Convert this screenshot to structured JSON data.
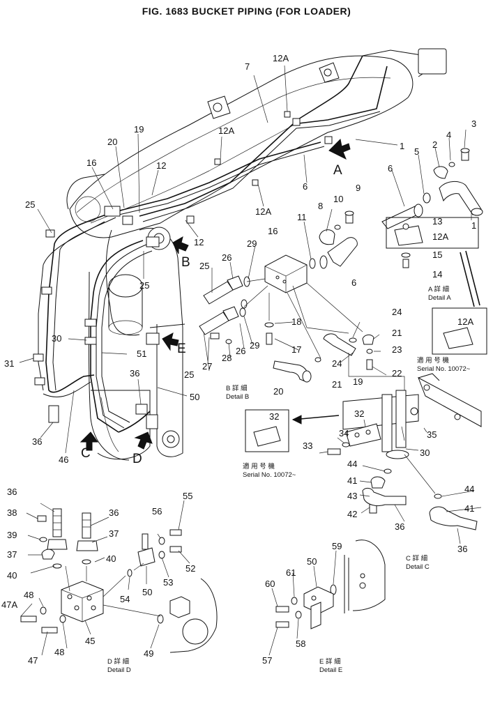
{
  "title": "FIG. 1683    BUCKET PIPING (FOR LOADER)",
  "arrows": {
    "a": "A",
    "b": "B",
    "c": "C",
    "d": "D",
    "e": "E"
  },
  "captions": {
    "detail_a_jp": "A 詳 細",
    "detail_a": "Detail A",
    "detail_b_jp": "B 詳 細",
    "detail_b": "Detail B",
    "detail_c_jp": "C 詳 細",
    "detail_c": "Detail C",
    "detail_d_jp": "D 詳 細",
    "detail_d": "Detail D",
    "detail_e_jp": "E 詳 細",
    "detail_e": "Detail E",
    "serial1_jp": "適 用 号 機",
    "serial1": "Serial No. 10072~",
    "serial2_jp": "適 用 号 機",
    "serial2": "Serial No. 10072~"
  },
  "callouts": {
    "c7": "7",
    "c12A_top": "12A",
    "c1_top": "1",
    "c12A_mid": "12A",
    "c19": "19",
    "c20": "20",
    "c16_left": "16",
    "c12_a": "12",
    "c25_left": "25",
    "c12_b": "12",
    "c12A_low": "12A",
    "c6_main": "6",
    "c30_left": "30",
    "c31": "31",
    "c51": "51",
    "c36_left": "36",
    "c46": "46",
    "c36_mid": "36",
    "c50_main": "50",
    "c25_mid": "25",
    "c3": "3",
    "c4": "4",
    "c2": "2",
    "c5": "5",
    "c6_a": "6",
    "c1_a": "1",
    "c13": "13",
    "c12A_a": "12A",
    "c15": "15",
    "c14": "14",
    "c12A_ser": "12A",
    "c9": "9",
    "c10": "10",
    "c8": "8",
    "c11": "11",
    "c6_b": "6",
    "c16_b": "16",
    "c29_a": "29",
    "c26_a": "26",
    "c25_b1": "25",
    "c18": "18",
    "c17": "17",
    "c29_b": "29",
    "c26_b": "26",
    "c28": "28",
    "c27": "27",
    "c25_b2": "25",
    "c24_a": "24",
    "c21_a": "21",
    "c23": "23",
    "c22": "22",
    "c24_b": "24",
    "c19_b": "19",
    "c20_b": "20",
    "c21_b": "21",
    "c32_ser": "32",
    "c32_c": "32",
    "c34": "34",
    "c35": "35",
    "c33": "33",
    "c30_c": "30",
    "c44_a": "44",
    "c41_a": "41",
    "c43": "43",
    "c42": "42",
    "c36_c1": "36",
    "c44_b": "44",
    "c41_b": "41",
    "c36_c2": "36",
    "c36_d1": "36",
    "c38": "38",
    "c39": "39",
    "c37_a": "37",
    "c40_a": "40",
    "c36_d2": "36",
    "c37_b": "37",
    "c40_b": "40",
    "c47A": "47A",
    "c48_a": "48",
    "c45": "45",
    "c47": "47",
    "c48_b": "48",
    "c56": "56",
    "c55": "55",
    "c52": "52",
    "c53": "53",
    "c50_d": "50",
    "c54": "54",
    "c49": "49",
    "c59": "59",
    "c50_e": "50",
    "c61": "61",
    "c60": "60",
    "c58": "58",
    "c57": "57"
  }
}
